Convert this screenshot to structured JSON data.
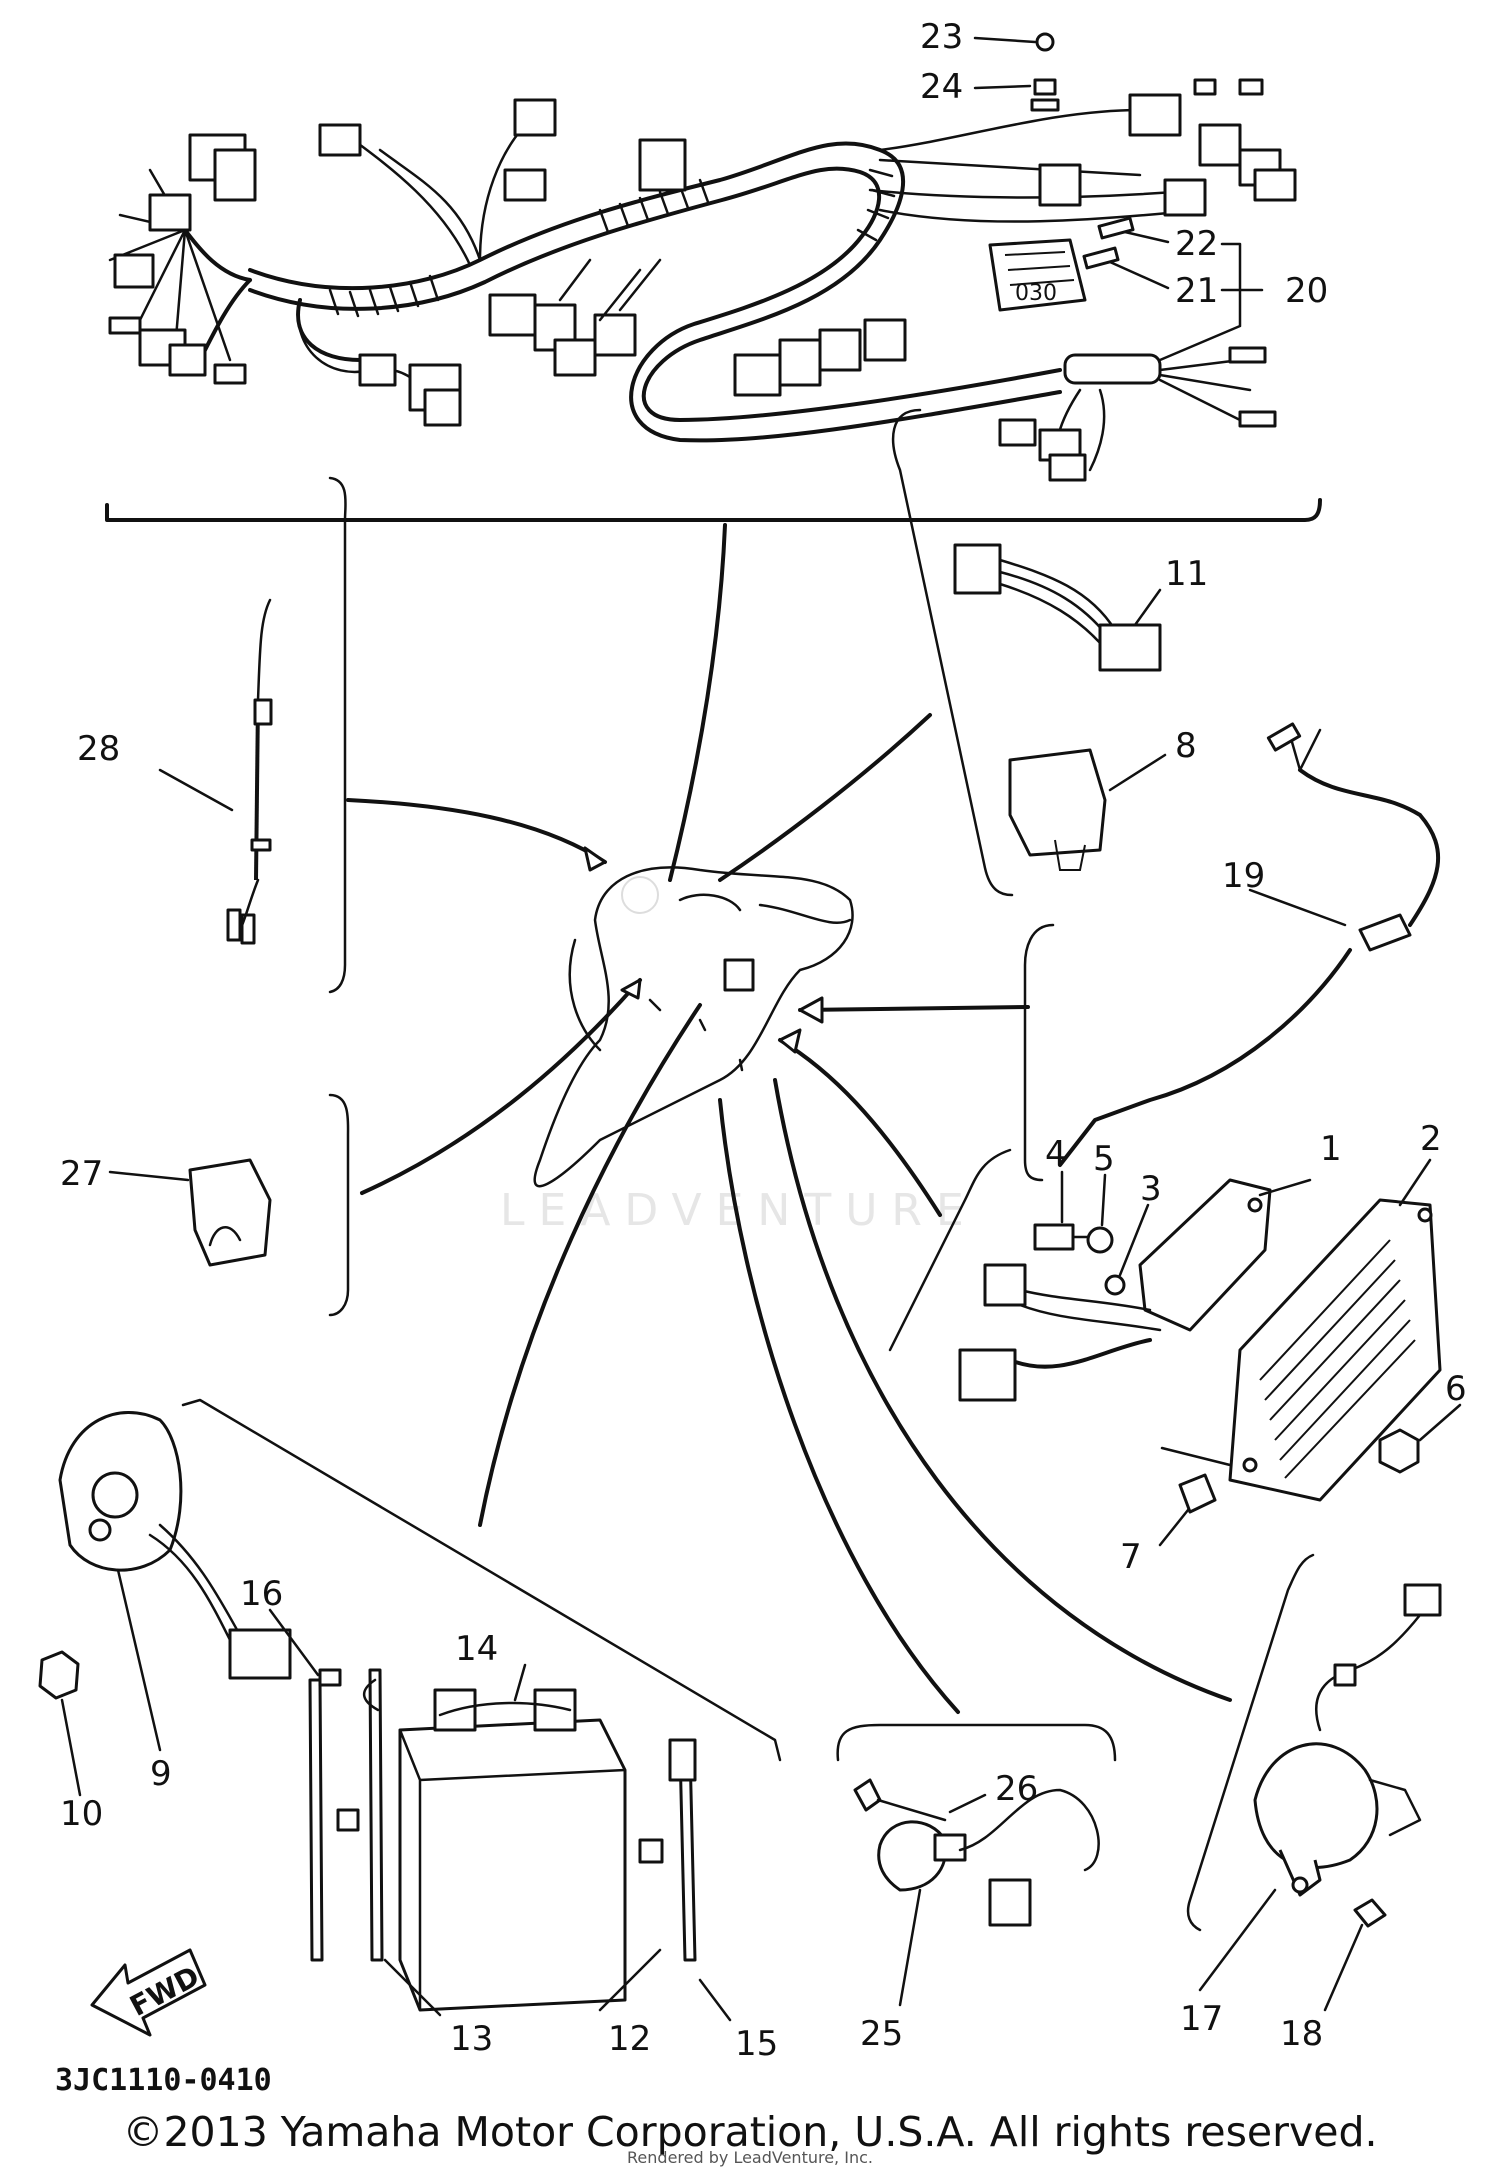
{
  "diagram": {
    "part_labels": {
      "p1": "1",
      "p2": "2",
      "p3": "3",
      "p4": "4",
      "p5": "5",
      "p6": "6",
      "p7": "7",
      "p8": "8",
      "p9": "9",
      "p10": "10",
      "p11": "11",
      "p12": "12",
      "p13": "13",
      "p14": "14",
      "p15": "15",
      "p16": "16",
      "p17": "17",
      "p18": "18",
      "p19": "19",
      "p20": "20",
      "p21": "21",
      "p22": "22",
      "p23": "23",
      "p24": "24",
      "p25": "25",
      "p26": "26",
      "p27": "27",
      "p28": "28"
    },
    "diagram_code": "3JC1110-0410",
    "direction_label": "FWD",
    "watermark": "LEADVENTURE",
    "component_marking": "030"
  },
  "footer": {
    "copyright": "©2013 Yamaha Motor Corporation, U.S.A. All rights reserved.",
    "rendered_by": "Rendered by LeadVenture, Inc."
  }
}
